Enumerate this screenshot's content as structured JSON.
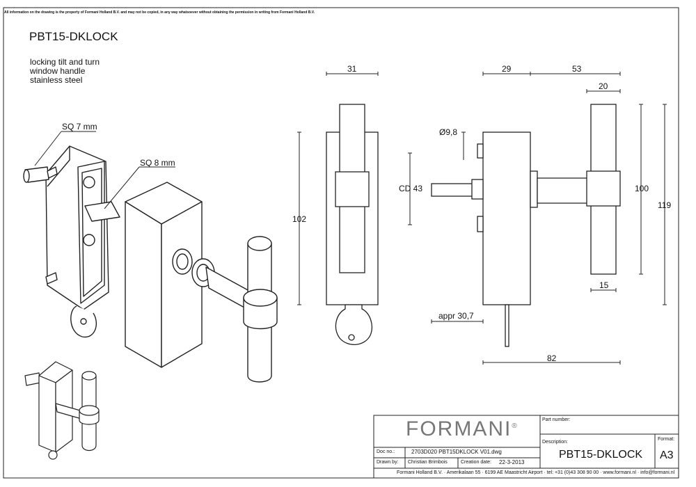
{
  "disclaimer": "All information on the drawing is the property of Formani Holland B.V. and may not be copied, in any way whatsoever without obtaining the permission in writing from Formani Holland B.V.",
  "part_code": "PBT15-DKLOCK",
  "description_lines": [
    "locking tilt and turn",
    "window handle",
    "stainless steel"
  ],
  "iso_labels": {
    "sq7": "SQ 7 mm",
    "sq8": "SQ 8 mm"
  },
  "dims": {
    "front_width": "31",
    "front_height": "102",
    "side_depth": "29",
    "side_handle": "53",
    "handle_collar": "20",
    "spindle_dia": "Ø9,8",
    "cd": "CD 43",
    "handle_height": "100",
    "total_height": "119",
    "grip_dia": "15",
    "key_proj": "appr 30,7",
    "total_depth": "82"
  },
  "title_block": {
    "brand": "FORMANI",
    "brand_mark": "®",
    "part_number_label": "Part number:",
    "part_number_value": "",
    "description_label": "Description:",
    "description_value": "PBT15-DKLOCK",
    "format_label": "Format:",
    "format_value": "A3",
    "doc_no_label": "Doc no.:",
    "doc_no_value": "2703D020 PBT15DKLOCK V01.dwg",
    "drawn_by_label": "Drawn by:",
    "drawn_by_value": "Christian Brimbois",
    "creation_date_label": "Creation date:",
    "creation_date_value": "22-3-2013",
    "footer": "Formani Holland B.V. · Amerikalaan 55 · 6199 AE Maastricht Airport · tel: +31 (0)43 308 90 00 · www.formani.nl · info@formani.nl"
  }
}
